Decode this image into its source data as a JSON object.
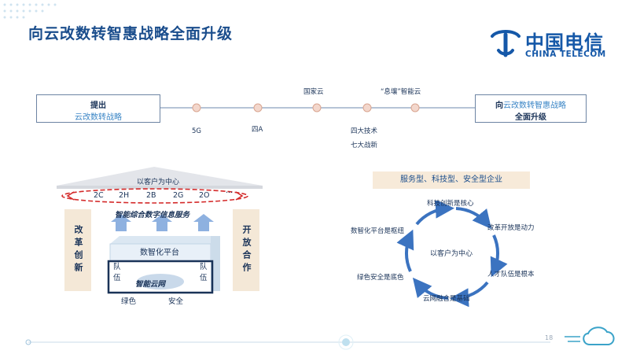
{
  "title": "向云改数转智惠战略全面升级",
  "logo": {
    "cn": "中国电信",
    "en": "CHINA TELECOM"
  },
  "timeline": {
    "start_box": {
      "line1": "提出",
      "line2": "云改数转战略"
    },
    "end_box": {
      "line1_prefix": "向",
      "line1_highlight": "云改数转智惠战略",
      "line2": "全面升级"
    },
    "labels": {
      "l5g": "5G",
      "l4a": "四A",
      "cloud": "国家云",
      "xirang": "“息壤”智能云",
      "tech": "四大技术",
      "strat": "七大战新"
    }
  },
  "house": {
    "top_label": "以客户为中心",
    "pill_items": [
      "2C",
      "2H",
      "2B",
      "2G",
      "2O",
      "···"
    ],
    "service_label": "智能综合数字信息服务",
    "left_panel": "改革创新",
    "right_panel": "开放合作",
    "platform_label": "数智化平台",
    "left_team": "队伍",
    "right_team": "队伍",
    "net_label": "智能云网",
    "bottom_left": "绿色",
    "bottom_right": "安全"
  },
  "cycle": {
    "banner": "服务型、科技型、安全型企业",
    "center": "以客户为中心",
    "items": [
      "科技创新是核心",
      "改革开放是动力",
      "人才队伍是根本",
      "云网融合是基础",
      "绿色安全是底色",
      "数智化平台是枢纽"
    ]
  },
  "page_number": "18",
  "colors": {
    "title": "#1a4d8c",
    "accent_red": "#d42a2a",
    "cycle_blue": "#3b73c0",
    "panel": "#f4e8d7"
  }
}
